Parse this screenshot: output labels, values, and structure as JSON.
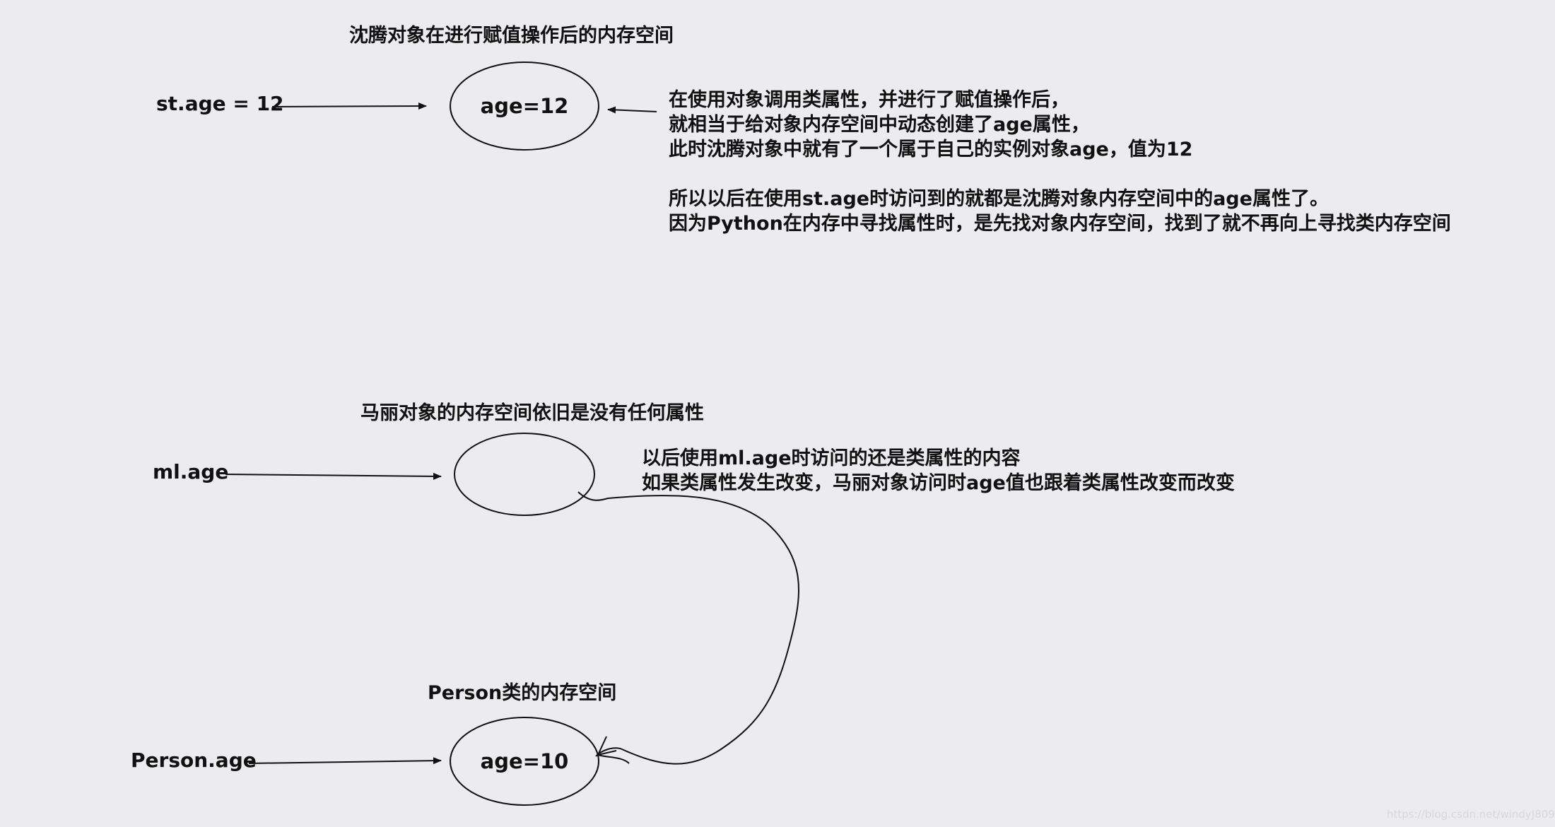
{
  "colors": {
    "background": "#ececee",
    "ink": "#111111",
    "watermark": "#d8d8dc"
  },
  "section_top": {
    "title": "沈腾对象在进行赋值操作后的内存空间",
    "ref_label": "st.age = 12",
    "node_label": "age=12",
    "note_lines": [
      "在使用对象调用类属性，并进行了赋值操作后，",
      "就相当于给对象内存空间中动态创建了age属性，",
      "此时沈腾对象中就有了一个属于自己的实例对象age，值为12",
      "",
      "所以以后在使用st.age时访问到的就都是沈腾对象内存空间中的age属性了。",
      "因为Python在内存中寻找属性时，是先找对象内存空间，找到了就不再向上寻找类内存空间"
    ]
  },
  "section_middle": {
    "title": "马丽对象的内存空间依旧是没有任何属性",
    "ref_label": "ml.age",
    "node_label": "",
    "note_lines": [
      "以后使用ml.age时访问的还是类属性的内容",
      "如果类属性发生改变，马丽对象访问时age值也跟着类属性改变而改变"
    ]
  },
  "section_bottom": {
    "title": "Person类的内存空间",
    "ref_label": "Person.age",
    "node_label": "age=10"
  },
  "watermark": "https://blog.csdn.net/windyJ809"
}
